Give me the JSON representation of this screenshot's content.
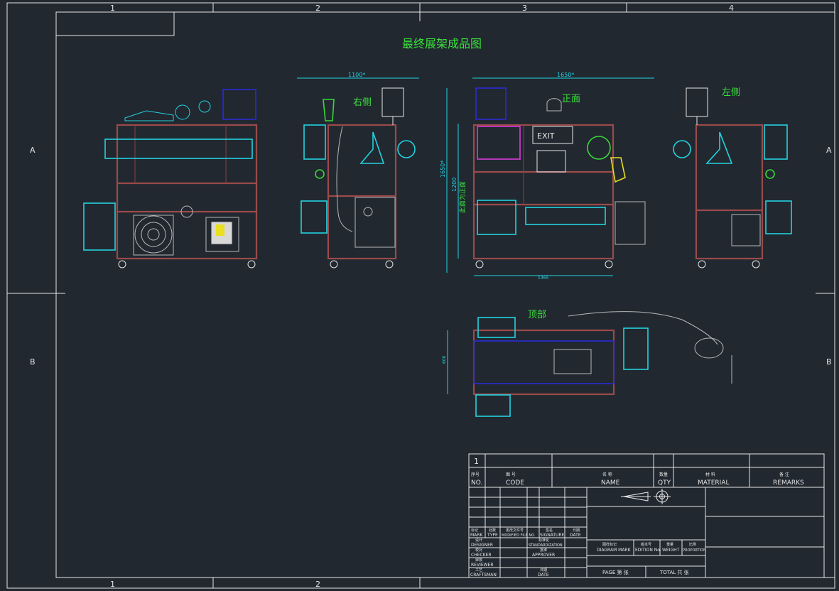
{
  "drawing": {
    "title": "最终展架成品图",
    "views": {
      "right": "右侧",
      "front": "正面",
      "left": "左侧",
      "top": "顶部"
    },
    "front_side_text": "此面为正面",
    "exit_sign": "EXIT"
  },
  "dimensions": {
    "right_width": "1100*",
    "front_width": "1650*",
    "front_height": "1650*",
    "front_inner_height": "1200",
    "front_bottom": "1365",
    "top_depth": "600"
  },
  "grid": {
    "columns": [
      "1",
      "2",
      "3",
      "4"
    ],
    "rows": [
      "A",
      "B"
    ],
    "bottom_columns": [
      "1",
      "2"
    ]
  },
  "title_block": {
    "item_no": "1",
    "headers": {
      "no_cn": "序号",
      "no_en": "NO.",
      "code_cn": "图 号",
      "code_en": "CODE",
      "name_cn": "名 称",
      "name_en": "NAME",
      "qty_cn": "数量",
      "qty_en": "QTY",
      "material_cn": "材 料",
      "material_en": "MATERIAL",
      "remarks_cn": "备 注",
      "remarks_en": "REMARKS"
    },
    "rev_row": {
      "mark_cn": "标记",
      "mark_en": "MARK",
      "type_cn": "处数",
      "type_en": "TYPE",
      "modified_cn": "更改文件号",
      "modified_en": "MODIFIED FILE NO.",
      "signature_cn": "签名",
      "signature_en": "SIGNATURE",
      "date_cn": "日期",
      "date_en": "DATE"
    },
    "roles": {
      "designer_cn": "设计",
      "designer_en": "DESIGNER",
      "checker_cn": "校对",
      "checker_en": "CHECKER",
      "reviewer_cn": "审核",
      "reviewer_en": "REVIEWER",
      "craftsman_cn": "工艺",
      "craftsman_en": "CRAFTSMAN",
      "standard_cn": "标准化",
      "standard_en": "STANDARDIZATION",
      "approver_cn": "批准",
      "approver_en": "APPROVER",
      "date2_cn": "日期",
      "date2_en": "DATE"
    },
    "info": {
      "diagram_mark_cn": "图样标记",
      "diagram_mark_en": "DIAGRAM MARK",
      "edition_cn": "版本号",
      "edition_en": "EDITION No.",
      "weight_cn": "重量",
      "weight_en": "WEIGHT",
      "proportion_cn": "比例",
      "proportion_en": "PROPORTION",
      "page": "PAGE 第  张",
      "total": "TOTAL 共  张"
    }
  },
  "colors": {
    "background": "#212830",
    "line": "#e6e6e6",
    "cyan": "#22d3e0",
    "frame_red": "#9a4a4a",
    "green": "#38d838",
    "blue": "#2b2bd6",
    "magenta": "#d93ad9",
    "yellow": "#e8e020"
  }
}
